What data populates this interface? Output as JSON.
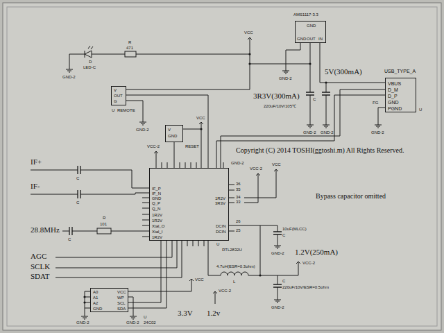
{
  "diagram": {
    "nodes": [
      {
        "text": [
          "AMS1117-3.3",
          "GND",
          "GND",
          "OUT",
          "IN"
        ]
      },
      {
        "text": [
          "USB_TYPE_A",
          "VBUS",
          "D_M",
          "D_P",
          "GND",
          "PGND",
          "U"
        ]
      },
      {
        "text": [
          "V",
          "OUT",
          "G",
          "U",
          "REMOTE"
        ]
      },
      {
        "text": [
          "V",
          "GND",
          "RESET"
        ]
      },
      {
        "text": [
          "IF_P",
          "IF_N",
          "GND",
          "Q_P",
          "Q_N",
          "1R2V",
          "1R2V",
          "Xtal_O",
          "Xtal_I",
          "1R2V",
          "1R2V",
          "3R3V",
          "DCIN",
          "DCIN",
          "U",
          "RTL2832U"
        ]
      },
      {
        "text": [
          "A0",
          "A1",
          "A2",
          "GND",
          "VCC",
          "WP",
          "SCL",
          "SDA",
          "U",
          "24C02"
        ]
      }
    ],
    "edges": [
      {
        "from": 2,
        "to": 4,
        "arrow": "none"
      },
      {
        "from": 1,
        "to": 4,
        "arrow": "none"
      },
      {
        "from": 1,
        "to": 4,
        "arrow": "none"
      },
      {
        "from": 3,
        "to": 4,
        "arrow": "none"
      },
      {
        "from": 5,
        "to": 4,
        "arrow": "none"
      },
      {
        "from": 5,
        "to": 4,
        "arrow": "none"
      },
      {
        "from": 0,
        "to": 1,
        "arrow": "none"
      }
    ],
    "labels": [
      "R",
      "471",
      "D",
      "LED-C",
      "GND-2",
      "VCC",
      "GND-2",
      "5V(300mA)",
      "3R3V(300mA)",
      "C",
      "220uF/10V/105℃",
      "GND-2",
      "GND-2",
      "FG",
      "GND-2",
      "GND-2",
      "VCC",
      "VCC-2",
      "GND-2",
      "Copyright (C) 2014 TOSHI(ggtoshi.m) All Rights Reserved.",
      "VCC-2",
      "VCC",
      "IF+",
      "C",
      "IF-",
      "C",
      "Bypass capacitor omitted",
      "28.8MHz",
      "R",
      "101",
      "C",
      "36",
      "35",
      "34",
      "33",
      "26",
      "25",
      "10uF(MLCC)",
      "C",
      "GND-2",
      "1.2V(250mA)",
      "VCC-2",
      "4.7uH(ESR=0.3ohm)",
      "L",
      "C",
      "220uF/10V/ESR=0.5ohm",
      "GND-2",
      "AGC",
      "SCLK",
      "SDAT",
      "GND-2",
      "GND-2",
      "VCC",
      "3.3V",
      "VCC-2",
      "1.2v"
    ]
  }
}
